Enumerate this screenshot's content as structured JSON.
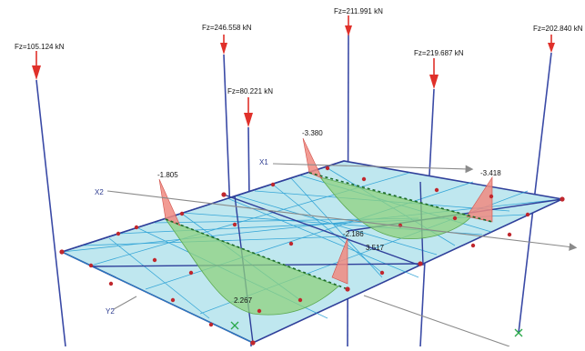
{
  "forces": [
    {
      "label": "Fz=105.124 kN"
    },
    {
      "label": "Fz=246.558 kN"
    },
    {
      "label": "Fz=80.221 kN"
    },
    {
      "label": "Fz=211.991 kN"
    },
    {
      "label": "Fz=219.687 kN"
    },
    {
      "label": "Fz=202.840 kN"
    }
  ],
  "moment_values": [
    "-1.805",
    "-3.380",
    "-3.418",
    "-2.186",
    "3.517",
    "2.267"
  ],
  "axes": {
    "x1": "X1",
    "x2": "X2",
    "y2": "Y2"
  },
  "colors": {
    "slab": "#bfe7ef",
    "mesh": "#1f9bd3",
    "beam": "#2f3f9a",
    "moment_fill": "#8fd27f",
    "moment_peak": "#f08a80",
    "force_arrow": "#e0302a",
    "node": "#c0272d"
  }
}
